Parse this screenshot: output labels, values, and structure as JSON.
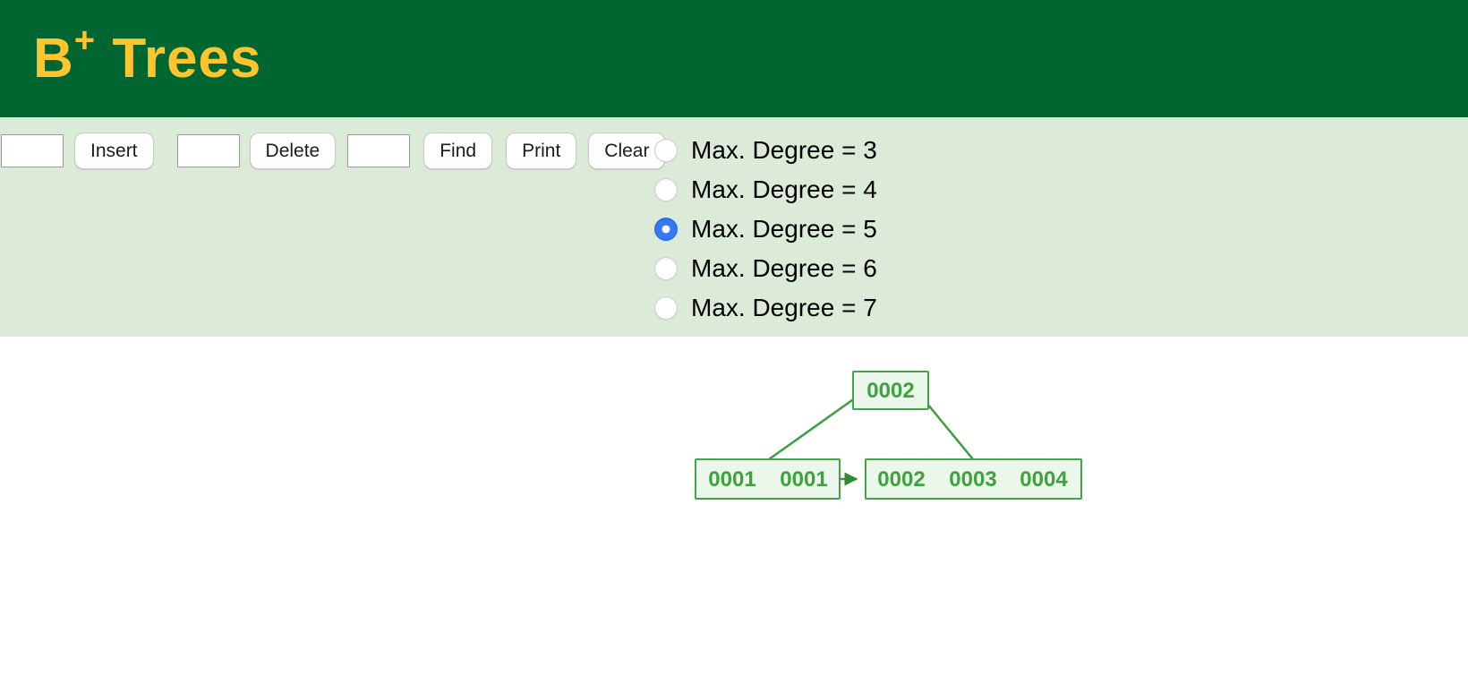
{
  "header": {
    "title_b": "B",
    "title_sup": "+",
    "title_rest": "Trees",
    "bg_color": "#006631",
    "title_color": "#FFC42E"
  },
  "toolbar": {
    "bg_color": "#DCEBD8",
    "insert_value": "",
    "delete_value": "",
    "find_value": "",
    "buttons": {
      "insert": "Insert",
      "delete": "Delete",
      "find": "Find",
      "print": "Print",
      "clear": "Clear"
    },
    "radio_options": [
      {
        "label": "Max. Degree = 3",
        "checked": false
      },
      {
        "label": "Max. Degree = 4",
        "checked": false
      },
      {
        "label": "Max. Degree = 5",
        "checked": true
      },
      {
        "label": "Max. Degree = 6",
        "checked": false
      },
      {
        "label": "Max. Degree = 7",
        "checked": false
      }
    ],
    "radio_accent_color": "#3478F6"
  },
  "tree": {
    "root": {
      "keys": [
        "0002"
      ]
    },
    "leaves": [
      {
        "keys": [
          "0001",
          "0001"
        ]
      },
      {
        "keys": [
          "0002",
          "0003",
          "0004"
        ]
      }
    ],
    "colors": {
      "node_fill": "#EAF7EA",
      "node_border": "#44A248",
      "key_text": "#3FA23F",
      "edge": "#3E9D42"
    }
  }
}
